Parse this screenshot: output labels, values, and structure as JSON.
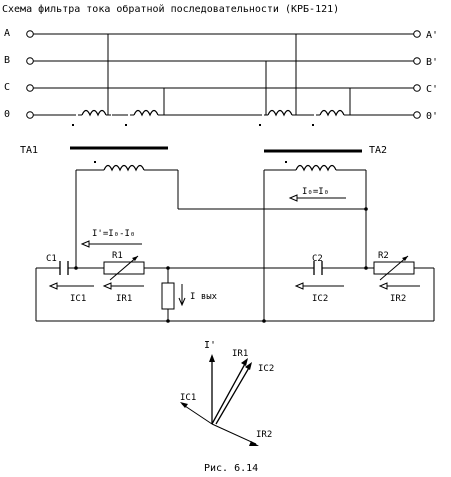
{
  "title": "Схема фильтра тока обратной последовательности (КРБ-121)",
  "caption": "Рис. 6.14",
  "phases_left": [
    "A",
    "B",
    "C",
    "0"
  ],
  "phases_right": [
    "A'",
    "B'",
    "C'",
    "0'"
  ],
  "transformers": {
    "ta1": "TA1",
    "ta2": "TA2"
  },
  "labels": {
    "c1": "C1",
    "c2": "C2",
    "r1": "R1",
    "r2": "R2",
    "i_c1": "IC1",
    "i_r1": "IR1",
    "i_c2": "IC2",
    "i_r2": "IR2",
    "i_out": "I вых",
    "i_prime_eq": "I'=I₀-I₀",
    "i_a_eq": "I₀=I₀"
  },
  "vector_labels": {
    "i_prime": "I'",
    "i_r1": "IR1",
    "i_c2": "IC2",
    "i_c1": "IC1",
    "i_r2": "IR2"
  }
}
